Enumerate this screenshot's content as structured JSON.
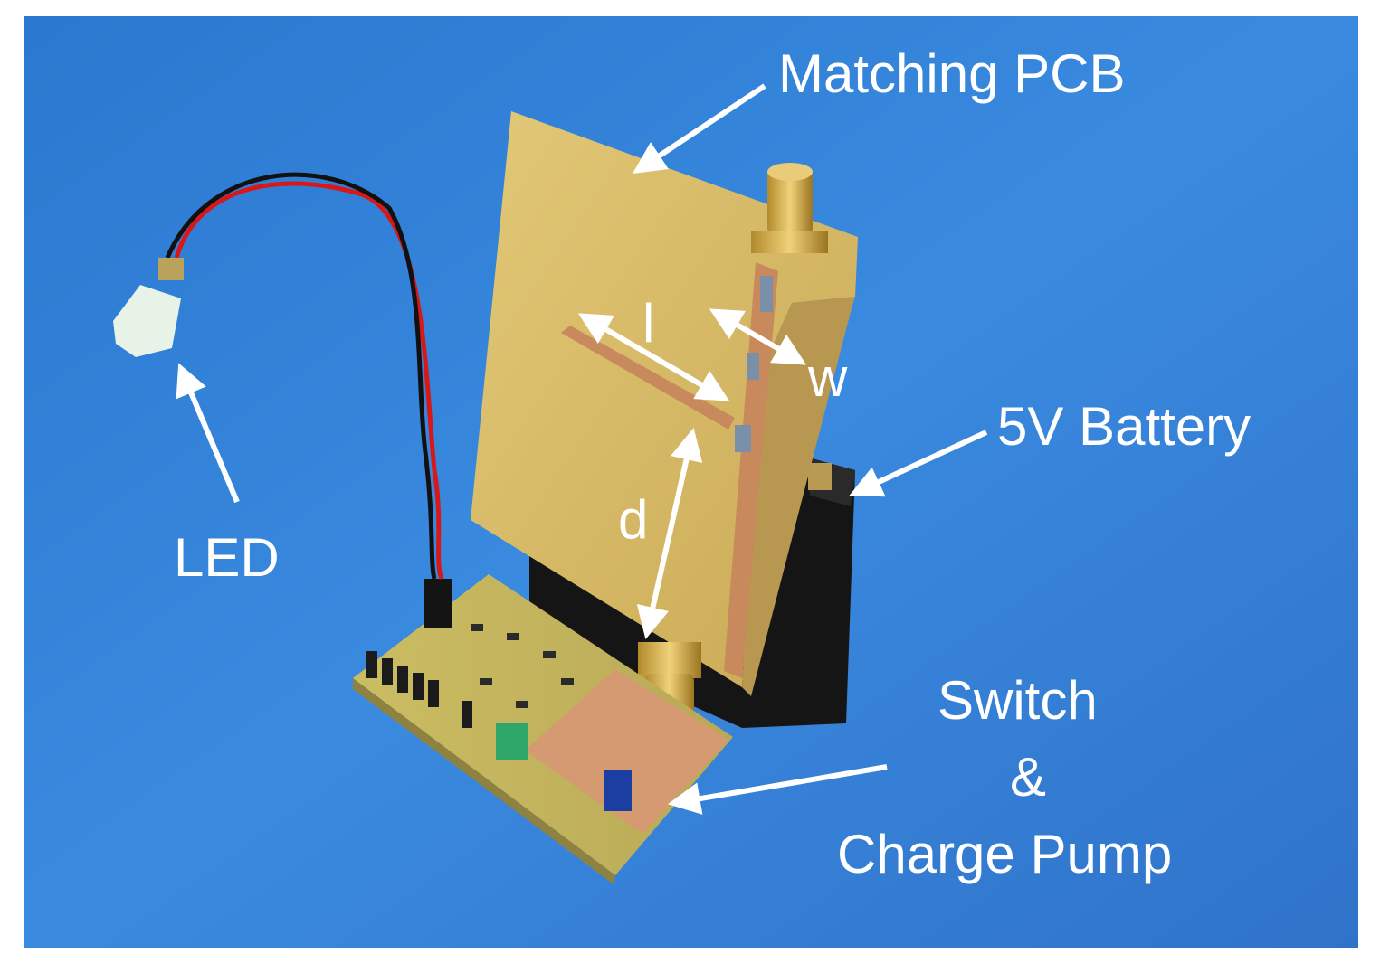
{
  "labels": {
    "matching_pcb": "Matching PCB",
    "led": "LED",
    "battery": "5V Battery",
    "switch_line1": "Switch",
    "switch_line2": "&",
    "switch_line3": "Charge Pump",
    "dim_l": "l",
    "dim_w": "w",
    "dim_d": "d"
  },
  "colors": {
    "background_blue": "#2f7fd6",
    "pcb_yellow": "#d9bf6a",
    "copper": "#d08a5c",
    "label_white": "#ffffff"
  }
}
